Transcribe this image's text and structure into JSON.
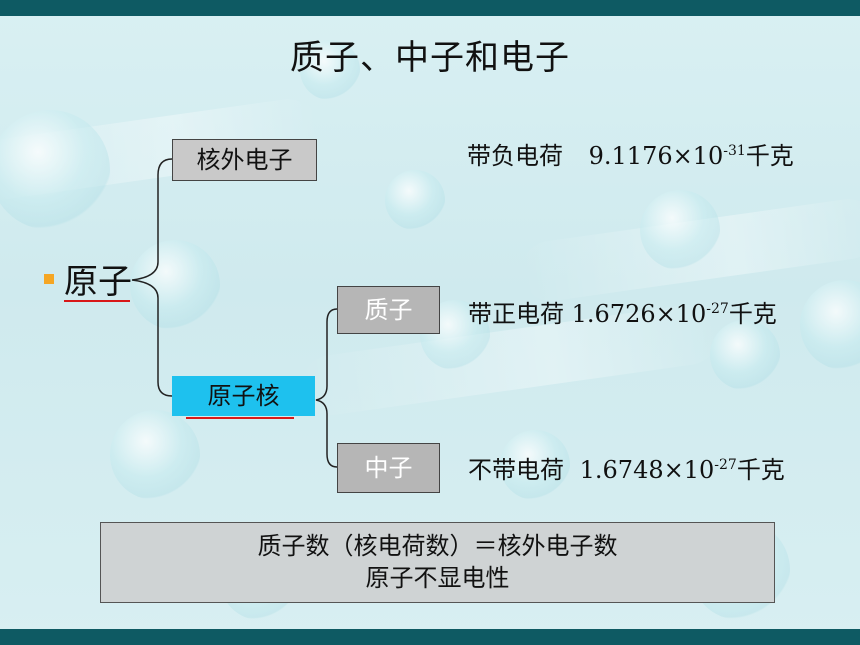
{
  "title": "质子、中子和电子",
  "atom": {
    "label": "原子"
  },
  "electron": {
    "label": "核外电子",
    "charge": "带负电荷",
    "mass_mantissa": "9.1176×10",
    "mass_exponent": "-31",
    "mass_unit": "千克"
  },
  "nucleus": {
    "label": "原子核"
  },
  "proton": {
    "label": "质子",
    "charge": "带正电荷",
    "mass_mantissa": "1.6726×10",
    "mass_exponent": "-27",
    "mass_unit": "千克"
  },
  "neutron": {
    "label": "中子",
    "charge": "不带电荷",
    "mass_mantissa": "1.6748×10",
    "mass_exponent": "-27",
    "mass_unit": "千克"
  },
  "summary": {
    "line1": "质子数（核电荷数）＝核外电子数",
    "line2": "原子不显电性"
  },
  "colors": {
    "frame_bar": "#0e5a63",
    "nucleus_box": "#1ec1ee",
    "underline": "#d81818",
    "bullet": "#f5a623"
  }
}
